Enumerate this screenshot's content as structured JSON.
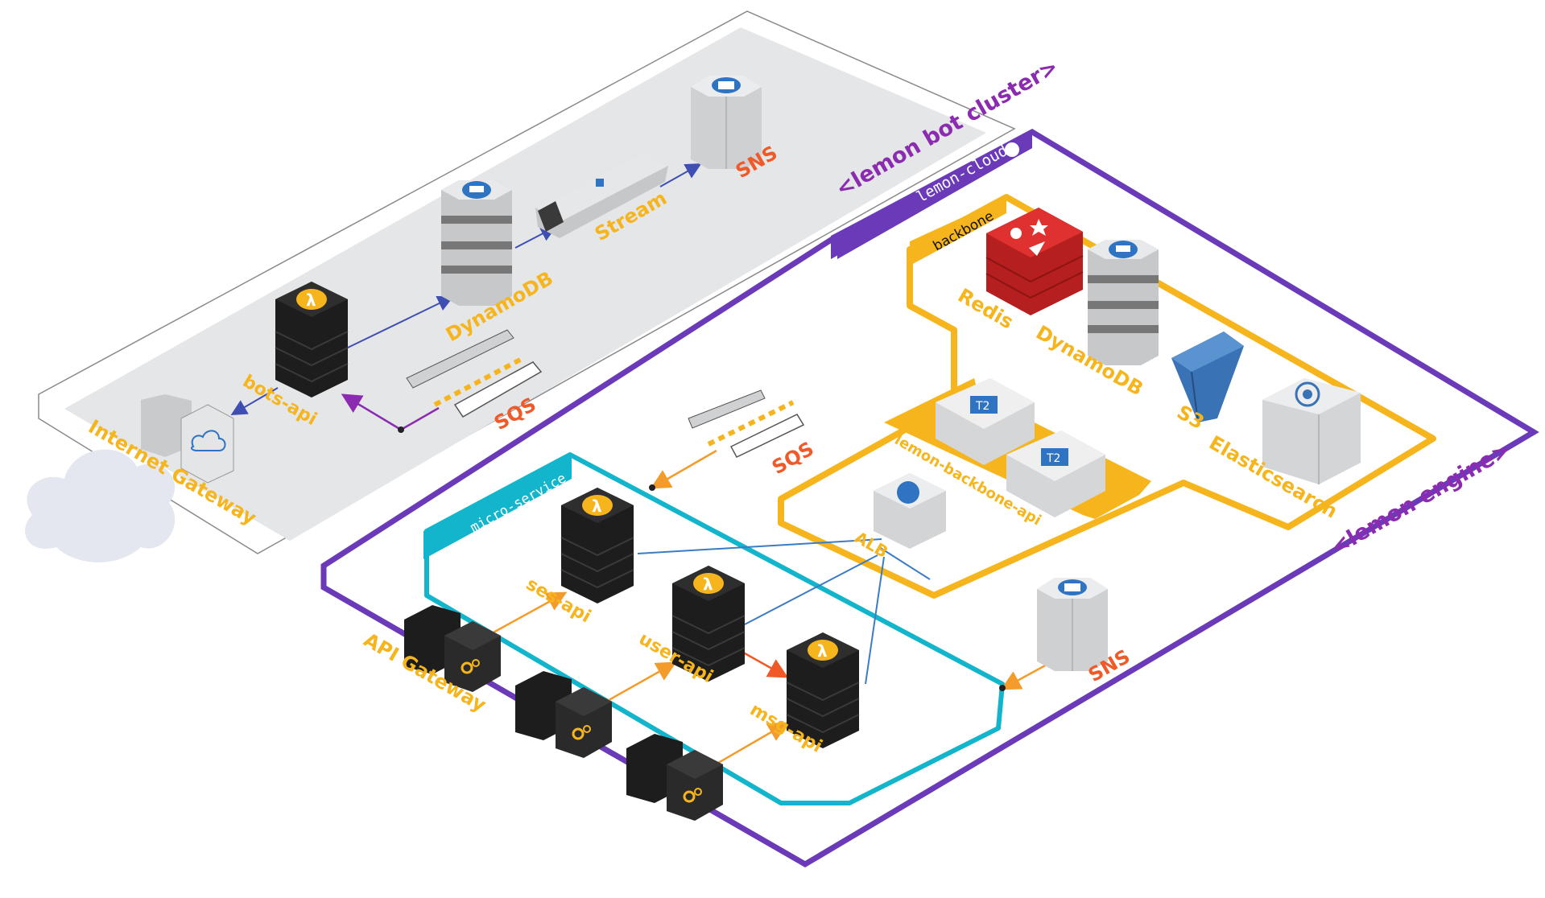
{
  "colors": {
    "amber": "#F6B51D",
    "orange_text": "#F5A623",
    "red_text": "#F05A28",
    "purple": "#6A3AB9",
    "teal": "#13B5CC",
    "blue_arrow": "#3F4EB3",
    "link_blue": "#3B7CC4",
    "orange_arrow": "#F39C2B",
    "gray_zone": "#E5E6E8",
    "node_dark": "#222222",
    "redis": "#D92B2B",
    "s3": "#3A73B5"
  },
  "zones": {
    "bot_cluster": "<lemon bot cluster>",
    "cloud": "lemon-cloud",
    "engine": "<lemon engine>",
    "backbone": "backbone",
    "micro_service": "micro-service"
  },
  "nodes": {
    "sns_top": "SNS",
    "stream": "Stream",
    "dynamodb_top": "DynamoDB",
    "bots_api": "bots-api",
    "sqs_top": "SQS",
    "internet_gateway": "Internet Gateway",
    "redis": "Redis",
    "dynamodb_backbone": "DynamoDB",
    "s3": "S3",
    "elasticsearch": "Elasticsearch",
    "backbone_api": "lemon-backbone-api",
    "t2_a": "T2",
    "t2_b": "T2",
    "sqs_engine": "SQS",
    "alb": "ALB",
    "ses_api": "ses-api",
    "user_api": "user-api",
    "msg_api": "msg-api",
    "sns_engine": "SNS",
    "api_gateway": "API Gateway"
  },
  "icons": {
    "lambda": "lambda-icon",
    "database": "database-icon",
    "cloud": "cloud-icon",
    "gear": "gear-icon",
    "branch": "branch-icon",
    "search": "search-icon",
    "envelope": "envelope-icon"
  }
}
